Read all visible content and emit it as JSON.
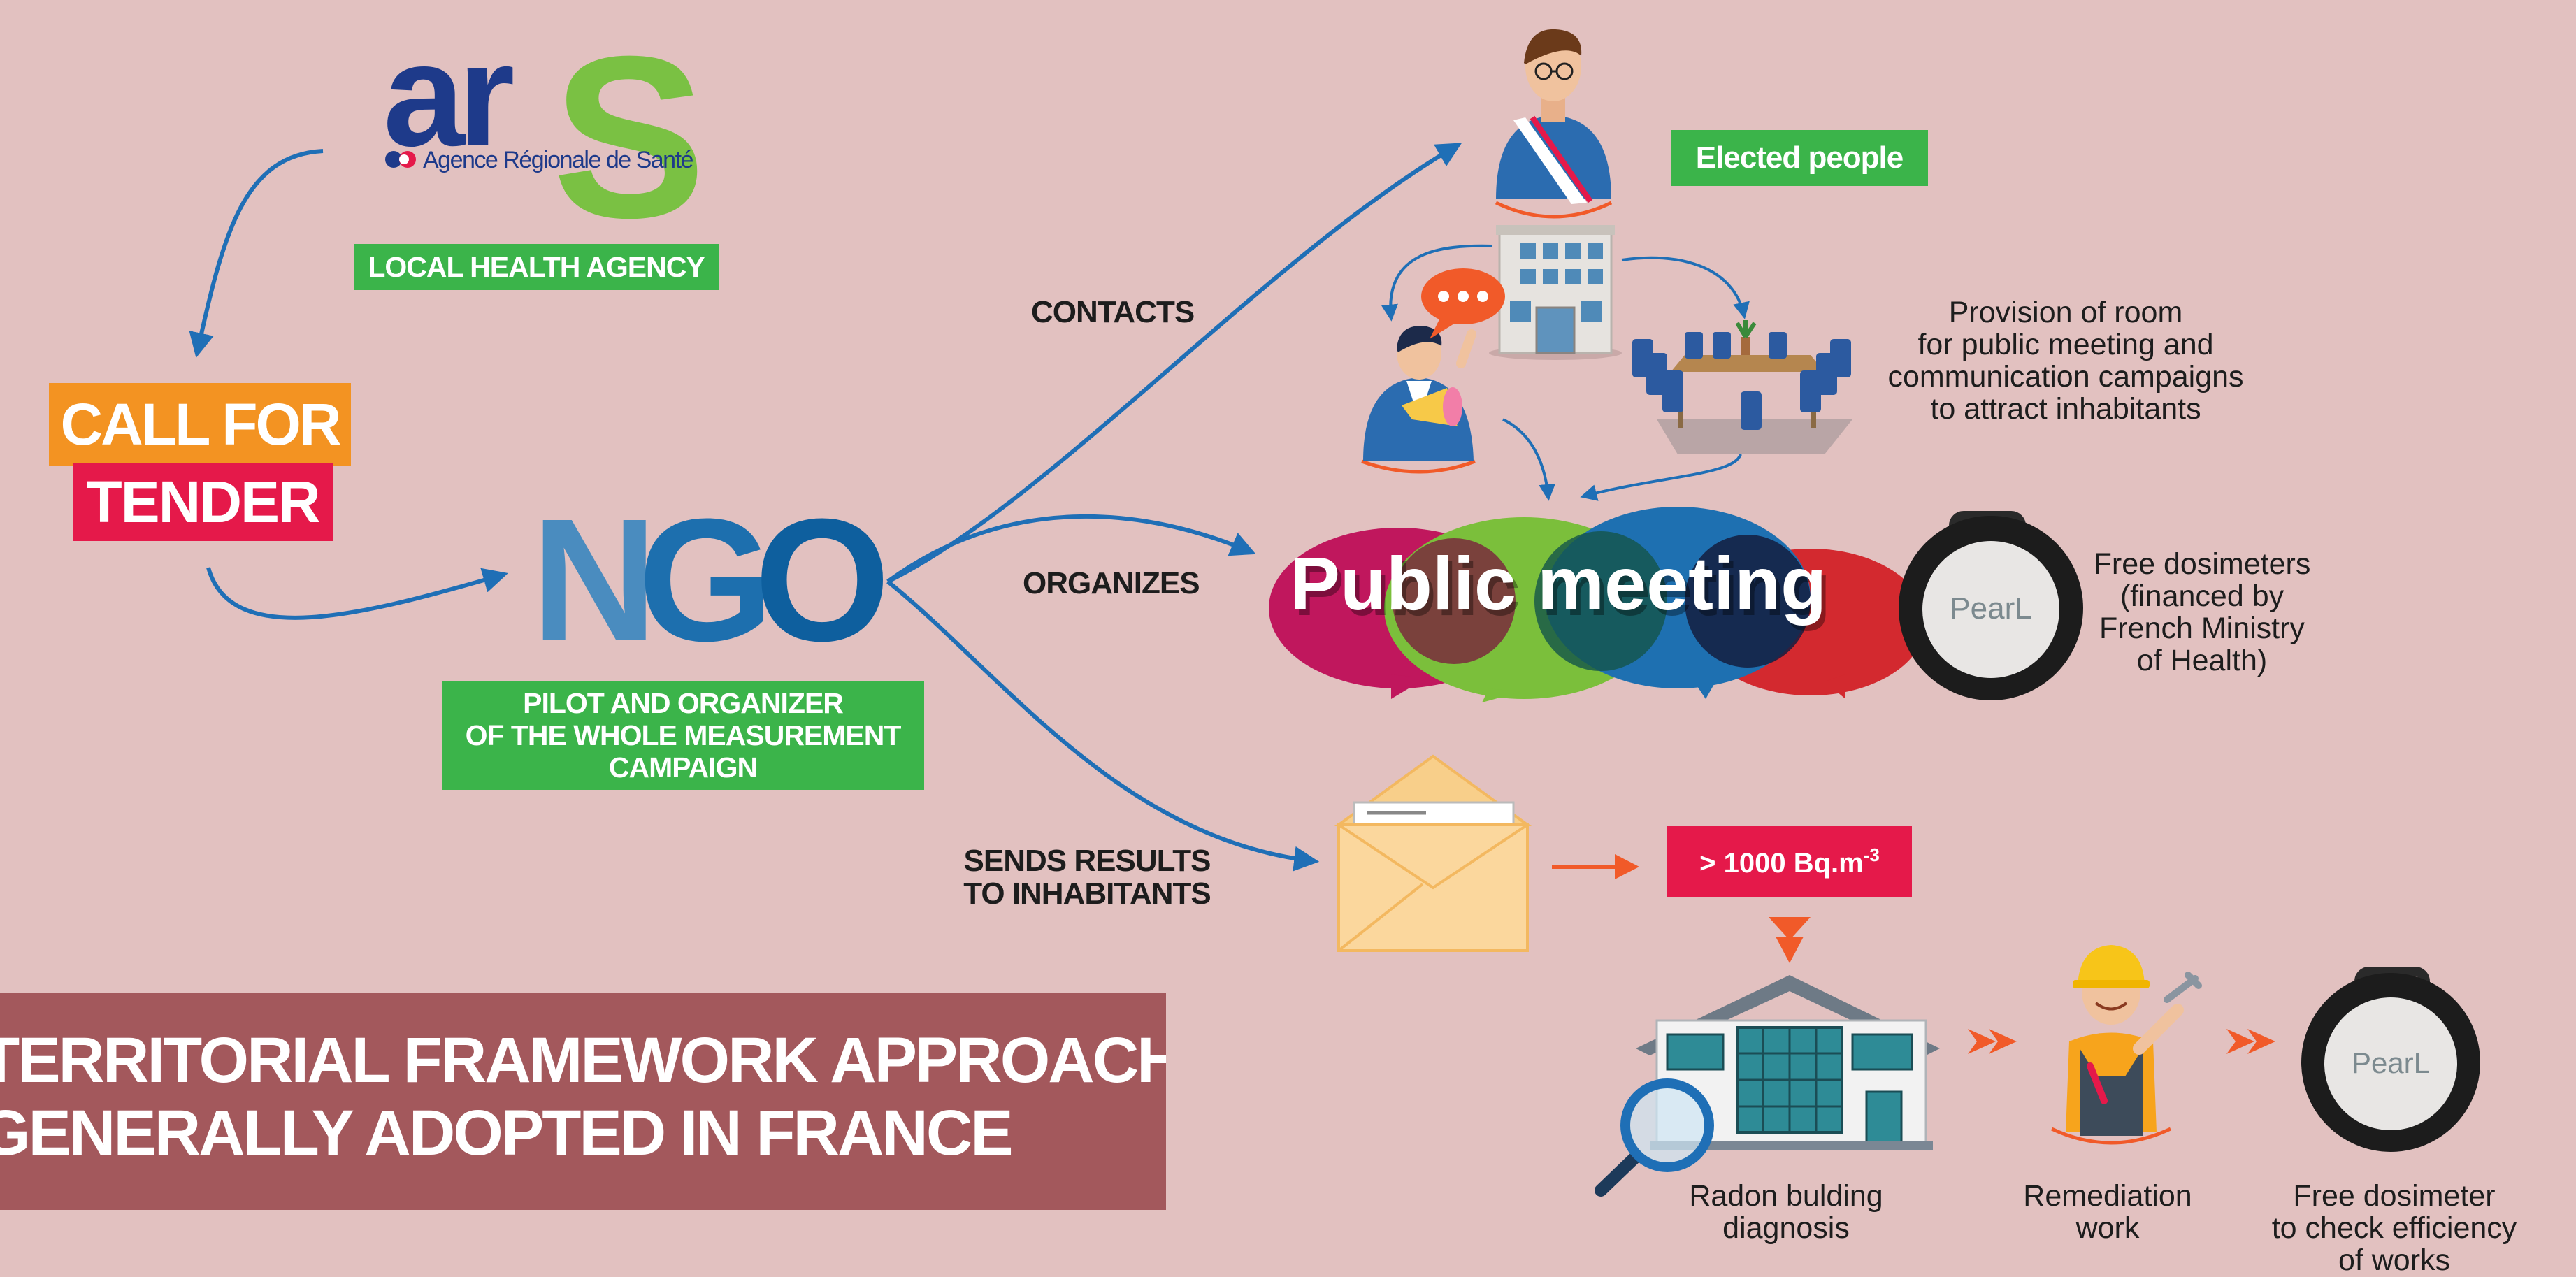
{
  "colors": {
    "background": "#e2c1c0",
    "arrow_blue": "#1f6fb6",
    "green": "#3bb44a",
    "orange": "#f39322",
    "crimson": "#e5194a",
    "title_banner": "#a3585c",
    "ars_navy": "#1e3a8a",
    "ars_green": "#7ac143"
  },
  "ars_logo": {
    "letters_ar": "ar",
    "letter_s": "S",
    "subtitle": "Agence Régionale de Santé"
  },
  "labels": {
    "local_health_agency": "LOCAL HEALTH AGENCY",
    "call_for": "CALL FOR",
    "tender": "TENDER",
    "ngo_letters": [
      "N",
      "G",
      "O"
    ],
    "ngo_description": [
      "PILOT AND ORGANIZER",
      "OF THE WHOLE MEASUREMENT",
      "CAMPAIGN"
    ],
    "contacts": "CONTACTS",
    "organizes": "ORGANIZES",
    "sends_results": [
      "SENDS RESULTS",
      "TO INHABITANTS"
    ],
    "elected_people": "Elected people",
    "provision_of_room": [
      "Provision of room",
      "for public meeting and",
      "communication campaigns",
      "to attract inhabitants"
    ],
    "public_meeting": "Public meeting",
    "free_dosimeters": [
      "Free dosimeters",
      "(financed by",
      "French Ministry",
      "of Health)"
    ],
    "dosimeter_brand": "PearL",
    "threshold_prefix": "> 1000 Bq.m",
    "threshold_exp": "-3",
    "radon_diagnosis": [
      "Radon bulding",
      "diagnosis"
    ],
    "remediation": [
      "Remediation",
      "work"
    ],
    "free_dosimeter_check": [
      "Free dosimeter",
      "to check efficiency",
      "of works"
    ],
    "title_line1": "TERRITORIAL FRAMEWORK APPROACH",
    "title_line2": "GENERALLY ADOPTED IN FRANCE"
  },
  "icons": [
    "official-person-icon",
    "megaphone-person-icon",
    "speech-bubble-icon",
    "town-hall-icon",
    "meeting-room-icon",
    "dosimeter-icon",
    "envelope-icon",
    "house-magnifier-icon",
    "worker-icon"
  ]
}
